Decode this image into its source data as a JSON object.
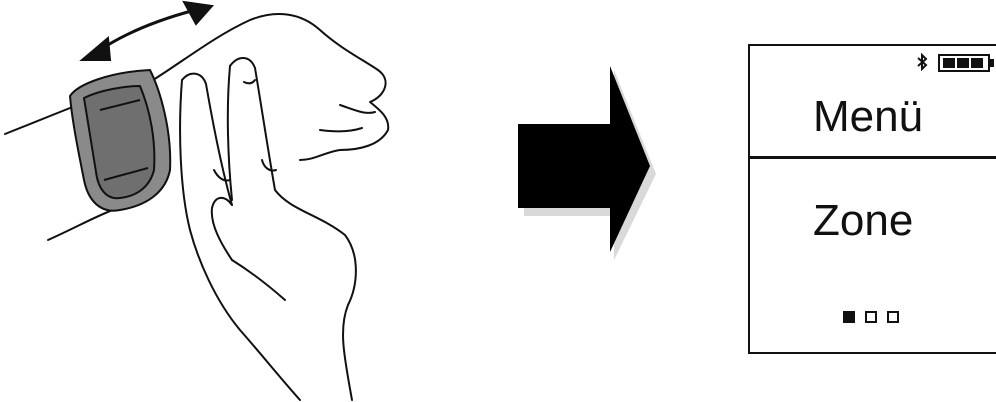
{
  "screen": {
    "title": "Menü",
    "item": "Zone",
    "page_indicator": {
      "total": 3,
      "active_index": 0
    },
    "status": {
      "bluetooth_icon": "bluetooth-icon",
      "battery_icon": "battery-full-icon"
    }
  },
  "illustration": {
    "gesture_icon": "double-headed-arrow-icon",
    "hand_icon": "two-finger-tap-hand-icon",
    "transition_icon": "right-arrow-icon"
  },
  "colors": {
    "ink": "#111111",
    "band": "#8a8a8a",
    "arrow_fill": "#000000",
    "arrow_shadow": "#d9d9d9"
  }
}
